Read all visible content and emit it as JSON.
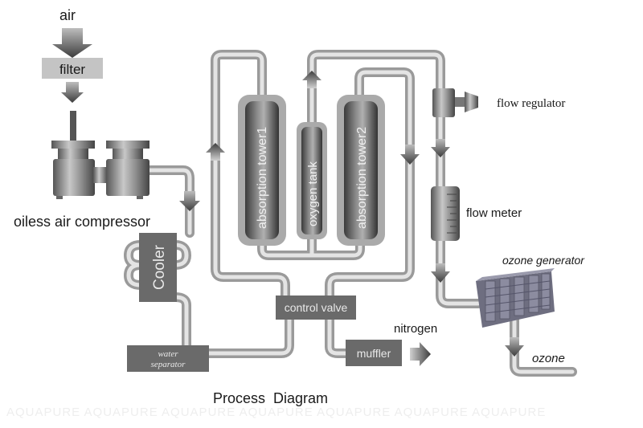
{
  "title": "Process  Diagram",
  "input_label": "air",
  "components": {
    "filter": "filter",
    "compressor": "oiless air compressor",
    "cooler": "Cooler",
    "water_separator_line1": "water",
    "water_separator_line2": "separator",
    "control_valve": "control valve",
    "muffler": "muffler",
    "absorption_tower_1": "absorption tower1",
    "oxygen_tank": "oxygen tank",
    "absorption_tower_2": "absorption tower2",
    "flow_regulator": "flow regulator",
    "flow_meter": "flow meter",
    "ozone_generator": "ozone generator"
  },
  "outputs": {
    "nitrogen": "nitrogen",
    "ozone": "ozone"
  },
  "watermark": "AQUAPURE   AQUAPURE   AQUAPURE    AQUAPURE   AQUAPURE   AQUAPURE    AQUAPURE"
}
